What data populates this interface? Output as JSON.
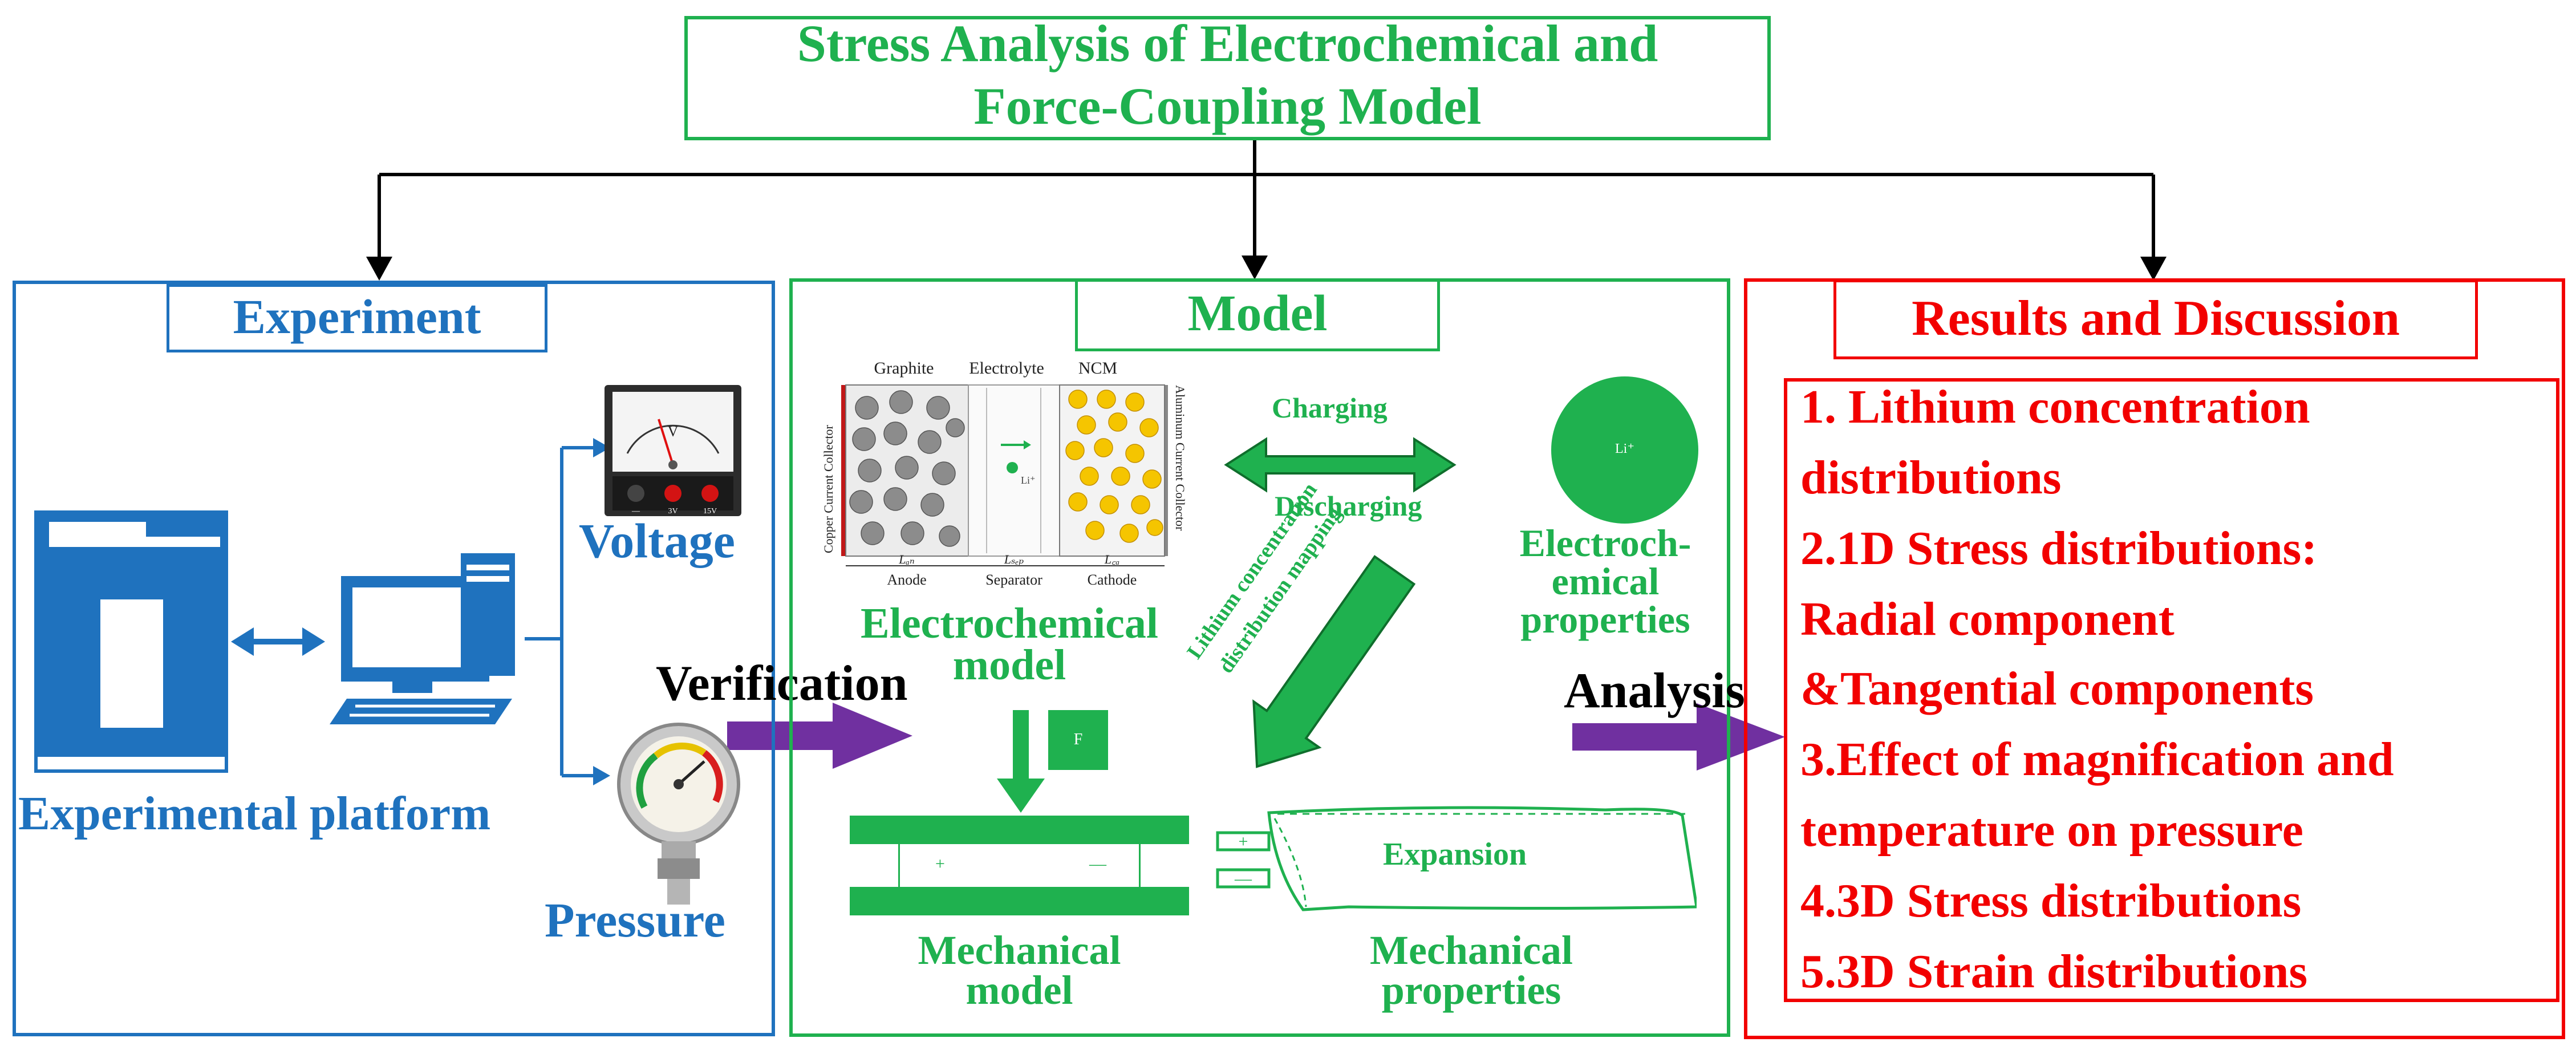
{
  "colors": {
    "green": "#1fb14f",
    "blue": "#1f72be",
    "red": "#f20000",
    "purple": "#7030a0",
    "black": "#000000",
    "gray": "#8c8c8c",
    "yellow": "#f5c500"
  },
  "title": {
    "line1": "Stress Analysis of Electrochemical and",
    "line2": "Force-Coupling Model"
  },
  "experiment": {
    "heading": "Experiment",
    "platform_label": "Experimental platform",
    "voltage_label": "Voltage",
    "pressure_label": "Pressure",
    "meter_unit": "V",
    "meter_terminals": [
      "—",
      "3V",
      "15V"
    ]
  },
  "model": {
    "heading": "Model",
    "cell_labels": {
      "graphite": "Graphite",
      "electrolyte": "Electrolyte",
      "ncm": "NCM",
      "copper_collector": "Copper Current Collector",
      "aluminum_collector": "Aluminum Current Collector",
      "l_an": "Lₐₙ",
      "l_sep": "Lₛₑₚ",
      "l_ca": "L꜀ₐ",
      "anode": "Anode",
      "separator": "Separator",
      "cathode": "Cathode",
      "li_ion": "Li⁺"
    },
    "charging": "Charging",
    "discharging": "Discharging",
    "li_particle": "Li⁺",
    "electrochemical_properties": [
      "Electroch-",
      "emical",
      "properties"
    ],
    "electrochemical_model": [
      "Electrochemical",
      "model"
    ],
    "mapping_label": [
      "Lithium concentration",
      "distribution mapping"
    ],
    "force_label": "F",
    "plate_plus": "+",
    "plate_minus": "—",
    "mechanical_model": [
      "Mechanical",
      "model"
    ],
    "expansion": "Expansion",
    "mechanical_properties": [
      "Mechanical",
      "properties"
    ],
    "tab_plus": "+",
    "tab_minus": "—"
  },
  "arrows": {
    "verification": "Verification",
    "analysis": "Analysis"
  },
  "results": {
    "heading": "Results and Discussion",
    "lines": [
      "1. Lithium concentration",
      "distributions",
      "2.1D Stress distributions:",
      "Radial component",
      "&Tangential components",
      "3.Effect of magnification and",
      "temperature on pressure",
      "4.3D Stress distributions",
      "5.3D Strain distributions"
    ]
  }
}
